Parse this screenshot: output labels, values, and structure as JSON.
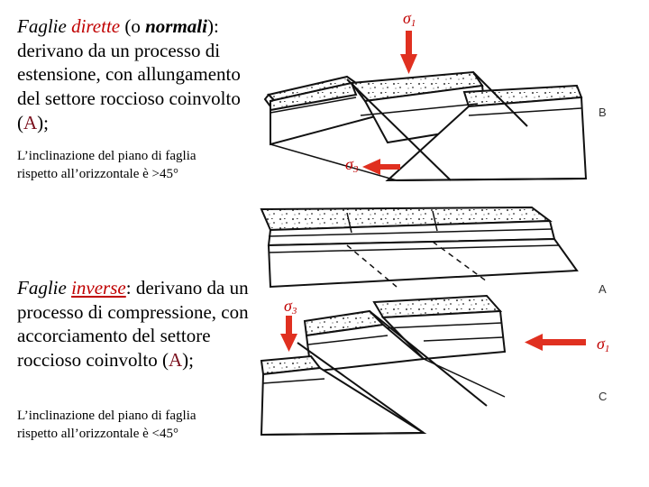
{
  "normal": {
    "title_italic": "Faglie",
    "title_red": "dirette",
    "open_paren": " (o ",
    "normali": "normali",
    "close": "):",
    "body": "derivano da un processo di estensione, con allungamento del settore roccioso coinvolto (",
    "ref": "A",
    "end": ");",
    "note": "L’inclinazione del piano di faglia rispetto all’orizzontale è >45°"
  },
  "reverse": {
    "title_italic": "Faglie",
    "title_red": "inverse",
    "colon": ":",
    "body": " derivano da un processo di compressione, con accorciamento del settore roccioso coinvolto (",
    "ref": "A",
    "end": ");",
    "note": "L’inclinazione del piano di faglia rispetto all’orizzontale è <45°"
  },
  "sigma": {
    "s1_symbol": "σ",
    "s1_sub": "1",
    "s3_symbol": "σ",
    "s3_sub": "3"
  },
  "panels": {
    "b": "B",
    "a": "A",
    "c": "C"
  },
  "colors": {
    "accent_red": "#c00000",
    "ref_dark": "#7a0f1c",
    "arrow_red": "#e03020"
  },
  "icons": [
    "down-arrow-icon",
    "left-arrow-icon",
    "right-arrow-icon"
  ]
}
